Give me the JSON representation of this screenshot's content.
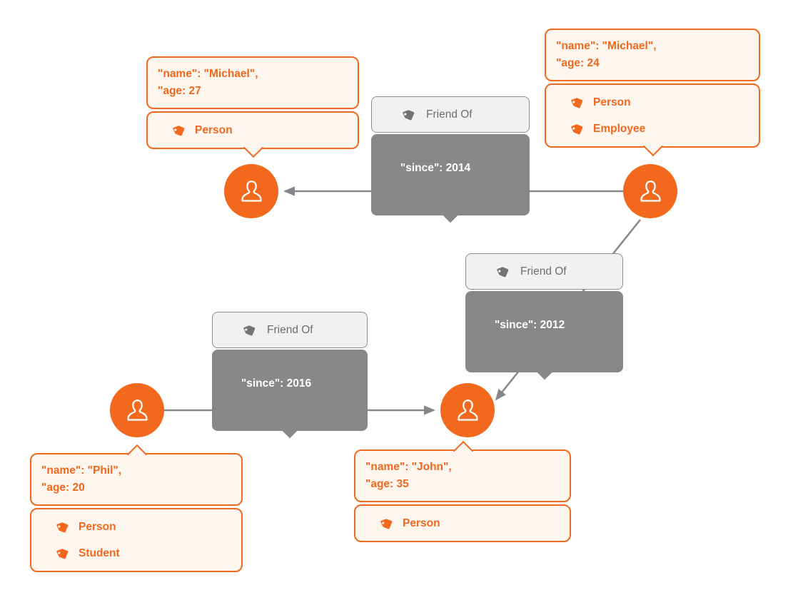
{
  "colors": {
    "accent_orange": "#f2681c",
    "callout_bg": "#fdf6ef",
    "edge_gray": "#87868a",
    "relationship_dark_bg": "#8a878b",
    "relationship_light_bg": "#f1f1f2",
    "relationship_border": "#8e8c90",
    "relationship_text": "#6f6d71"
  },
  "nodes": [
    {
      "id": "michael-27",
      "icon": "person-icon",
      "properties": [
        "\"name\": \"Michael\",",
        "\"age: 27"
      ],
      "labels": [
        "Person"
      ]
    },
    {
      "id": "michael-24",
      "icon": "person-icon",
      "properties": [
        "\"name\": \"Michael\",",
        "\"age: 24"
      ],
      "labels": [
        "Person",
        "Employee"
      ]
    },
    {
      "id": "phil-20",
      "icon": "person-icon",
      "properties": [
        "\"name\": \"Phil\",",
        "\"age: 20"
      ],
      "labels": [
        "Person",
        "Student"
      ]
    },
    {
      "id": "john-35",
      "icon": "person-icon",
      "properties": [
        "\"name\": \"John\",",
        "\"age: 35"
      ],
      "labels": [
        "Person"
      ]
    }
  ],
  "relationships": [
    {
      "type": "Friend Of",
      "property": "\"since\": 2014",
      "source": "michael-24",
      "target": "michael-27"
    },
    {
      "type": "Friend Of",
      "property": "\"since\": 2012",
      "source": "michael-24",
      "target": "john-35"
    },
    {
      "type": "Friend Of",
      "property": "\"since\": 2016",
      "source": "phil-20",
      "target": "john-35"
    }
  ]
}
